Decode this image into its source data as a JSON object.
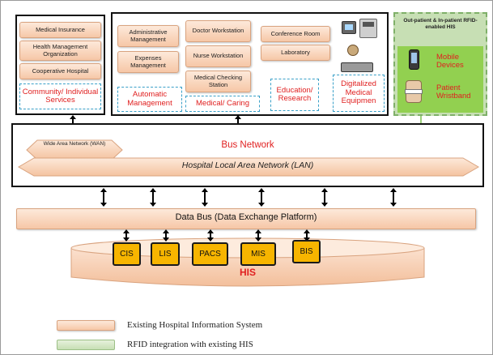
{
  "community": {
    "items": [
      "Medical Insurance",
      "Health Management Organization",
      "Cooperative Hospital"
    ],
    "tag": "Community/ Individual Services"
  },
  "main_services": {
    "admin_items": [
      "Administrative Management",
      "Expenses Management"
    ],
    "admin_tag": "Automatic Management",
    "medical_items": [
      "Doctor Workstation",
      "Nurse Workstation",
      "Medical Checking Station"
    ],
    "medical_tag": "Medical/ Caring",
    "education_items": [
      "Conference Room",
      "Laboratory"
    ],
    "education_tag": "Education/ Research",
    "devices_tag": "Digitalized Medical Equipmen"
  },
  "rfid": {
    "title": "Out-patient & In-patient RFID-enabled HIS",
    "mobile_label": "Mobile Devices",
    "wristband_label": "Patient Wristband"
  },
  "bus": {
    "title": "Bus Network",
    "wan_label": "Wide Area Network (WAN)",
    "lan_label": "Hospital Local Area Network (LAN)"
  },
  "data_bus": {
    "label": "Data Bus (Data Exchange Platform)"
  },
  "his": {
    "label": "HIS",
    "modules": [
      "CIS",
      "LIS",
      "PACS",
      "MIS",
      "BIS"
    ]
  },
  "legend": {
    "existing_label": "Existing Hospital Information System",
    "rfid_label": "RFID integration with existing HIS"
  },
  "colors": {
    "his_red": "#e02020",
    "module_fill": "#f7b500",
    "peach": "#f6c7a7",
    "green": "#c7dfb4",
    "tag_border": "#3aa0c8"
  }
}
